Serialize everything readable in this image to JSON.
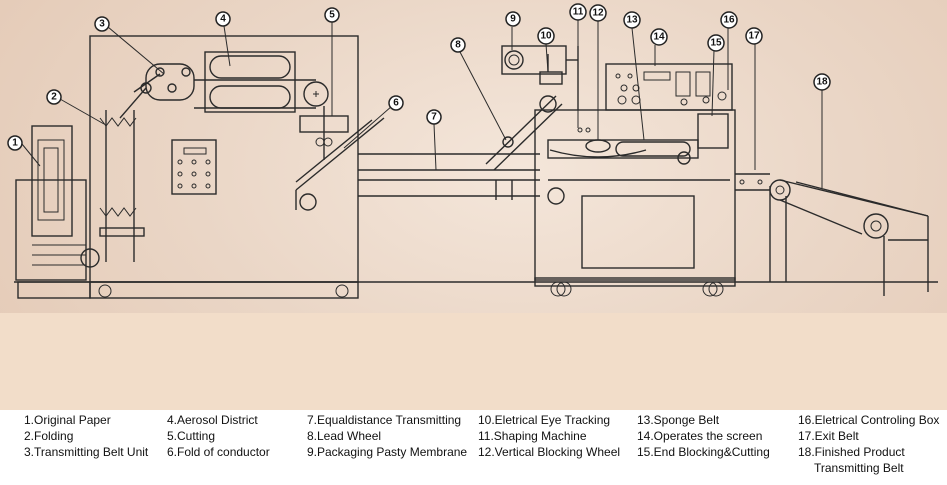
{
  "callout_numbers": [
    "1",
    "2",
    "3",
    "4",
    "5",
    "6",
    "7",
    "8",
    "9",
    "10",
    "11",
    "12",
    "13",
    "14",
    "15",
    "16",
    "17",
    "18"
  ],
  "legend": {
    "columns": [
      [
        "1.Original Paper",
        "2.Folding",
        "3.Transmitting Belt Unit"
      ],
      [
        "4.Aerosol District",
        "5.Cutting",
        "6.Fold of conductor"
      ],
      [
        "7.Equaldistance Transmitting",
        "8.Lead Wheel",
        "9.Packaging Pasty Membrane"
      ],
      [
        "10.Eletrical Eye Tracking",
        "11.Shaping Machine",
        "12.Vertical Blocking Wheel"
      ],
      [
        "13.Sponge Belt",
        "14.Operates the screen",
        "15.End Blocking&Cutting"
      ],
      [
        "16.Eletrical Controling Box",
        "17.Exit Belt",
        "18.Finished Product",
        "Transmitting Belt"
      ]
    ]
  }
}
